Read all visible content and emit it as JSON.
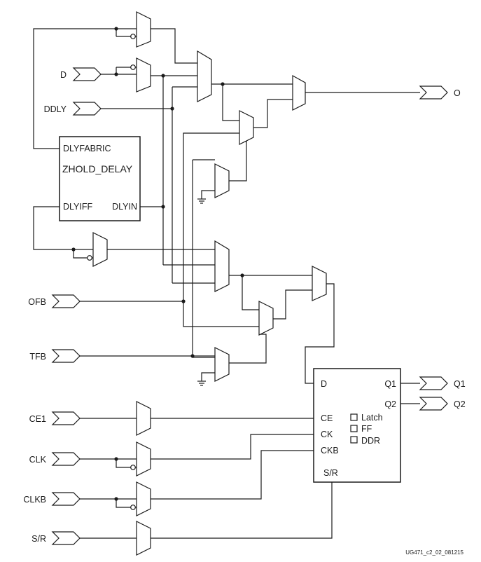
{
  "inputs": {
    "d": "D",
    "ddly": "DDLY",
    "ofb": "OFB",
    "tfb": "TFB",
    "ce1": "CE1",
    "clk": "CLK",
    "clkb": "CLKB",
    "sr": "S/R"
  },
  "outputs": {
    "o": "O",
    "q1": "Q1",
    "q2": "Q2"
  },
  "delay_block": {
    "title": "ZHOLD_DELAY",
    "dlyfabric": "DLYFABRIC",
    "dlyiff": "DLYIFF",
    "dlyin": "DLYIN"
  },
  "storage_element": {
    "d": "D",
    "ce": "CE",
    "ck": "CK",
    "ckb": "CKB",
    "sr": "S/R",
    "q1": "Q1",
    "q2": "Q2",
    "options": [
      "Latch",
      "FF",
      "DDR"
    ]
  },
  "figure_id": "UG471_c2_02_081215"
}
